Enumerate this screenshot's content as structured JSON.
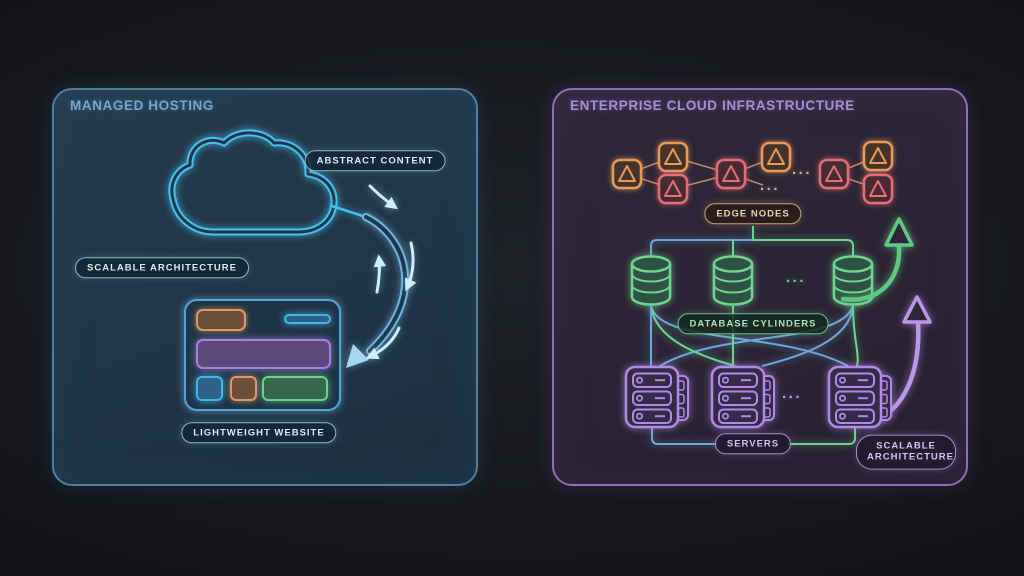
{
  "left_panel": {
    "title": "MANAGED HOSTING",
    "pills": {
      "abstract_content": "ABSTRACT CONTENT",
      "scalable_architecture": "SCALABLE ARCHITECTURE",
      "lightweight_website": "LIGHTWEIGHT WEBSITE"
    },
    "icons": {
      "cloud": "cloud-icon",
      "website": "website-mockup-icon",
      "flow_arrow": "curved-arrow-icon"
    },
    "colors": {
      "panel_border": "#4e7fa0",
      "title": "#78a6cb",
      "cloud": "#45c0f0",
      "arrow": "#8fcdf0",
      "block_orange": "#dd9768",
      "block_purple": "#a87fe0",
      "block_blue": "#45b4e8",
      "block_green": "#6fcf8f"
    }
  },
  "right_panel": {
    "title": "ENTERPRISE CLOUD INFRASTRUCTURE",
    "edge_nodes": {
      "label": "EDGE NODES",
      "count": 8
    },
    "databases": {
      "label": "DATABASE CYLINDERS",
      "count": 3
    },
    "servers": {
      "label": "SERVERS",
      "count": 3
    },
    "scalable": {
      "line1": "SCALABLE",
      "line2": "ARCHITECTURE"
    },
    "icons": {
      "edge_node": "triangle-node-icon",
      "database": "database-cylinder-icon",
      "server": "server-rack-icon",
      "scale_up_green": "green-up-arrow-icon",
      "scale_up_purple": "purple-up-arrow-icon"
    },
    "colors": {
      "panel_border": "#8a6fb3",
      "title": "#a78fd2",
      "node_orange": "#e89a5a",
      "node_red": "#e66d78",
      "cylinder_green": "#6fd392",
      "server_purple": "#b18ae8",
      "arrow_green": "#5fc983",
      "arrow_purple": "#bb97e8",
      "link_blue": "#6aa8d8",
      "edge_label_border": "#c9a078"
    }
  },
  "ellipsis": "..."
}
